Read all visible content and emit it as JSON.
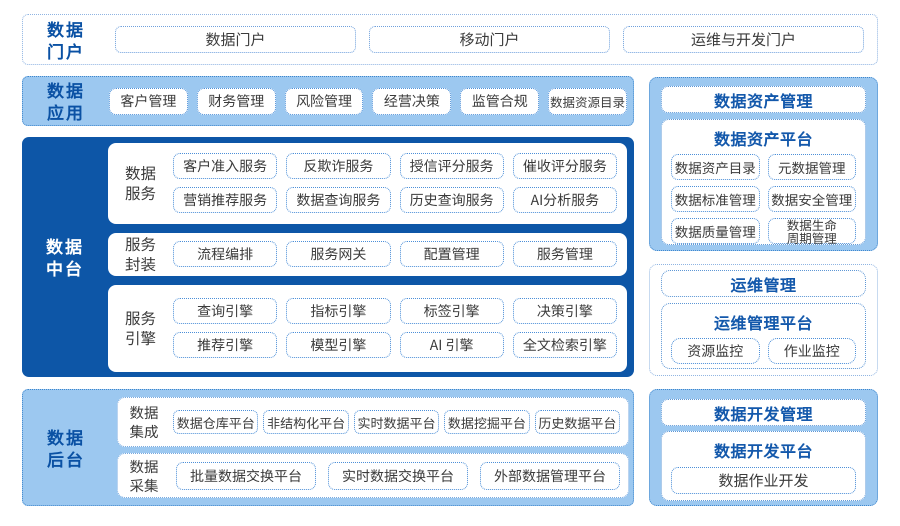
{
  "palette": {
    "deep_blue": "#0D56A7",
    "light_blue": "#9CC8F0",
    "title_blue": "#1358AB",
    "border_blue": "#4C8FD8",
    "text_dark": "#3B3B3B"
  },
  "portal": {
    "label": "数据门户",
    "buttons": [
      "数据门户",
      "移动门户",
      "运维与开发门户"
    ]
  },
  "apps": {
    "label": "数据应用",
    "buttons": [
      "客户管理",
      "财务管理",
      "风险管理",
      "经营决策",
      "监管合规",
      "数据资源目录"
    ]
  },
  "middle": {
    "label": "数据中台",
    "panels": [
      {
        "label": "数据服务",
        "buttons": [
          "客户准入服务",
          "反欺诈服务",
          "授信评分服务",
          "催收评分服务",
          "营销推荐服务",
          "数据查询服务",
          "历史查询服务",
          "AI分析服务"
        ]
      },
      {
        "label": "服务封装",
        "buttons": [
          "流程编排",
          "服务网关",
          "配置管理",
          "服务管理"
        ]
      },
      {
        "label": "服务引擎",
        "buttons": [
          "查询引擎",
          "指标引擎",
          "标签引擎",
          "决策引擎",
          "推荐引擎",
          "模型引擎",
          "AI 引擎",
          "全文检索引擎"
        ]
      }
    ]
  },
  "backend": {
    "label": "数据后台",
    "panels": [
      {
        "label": "数据集成",
        "buttons": [
          "数据仓库平台",
          "非结构化平台",
          "实时数据平台",
          "数据挖掘平台",
          "历史数据平台"
        ]
      },
      {
        "label": "数据采集",
        "buttons": [
          "批量数据交换平台",
          "实时数据交换平台",
          "外部数据管理平台"
        ]
      }
    ]
  },
  "right_column": {
    "asset": {
      "header": "数据资产管理",
      "platform_title": "数据资产平台",
      "buttons": [
        "数据资产目录",
        "元数据管理",
        "数据标准管理",
        "数据安全管理",
        "数据质量管理",
        "数据生命周期管理"
      ]
    },
    "ops": {
      "header": "运维管理",
      "platform_title": "运维管理平台",
      "buttons": [
        "资源监控",
        "作业监控"
      ]
    },
    "dev": {
      "header": "数据开发管理",
      "platform_title": "数据开发平台",
      "buttons": [
        "数据作业开发"
      ]
    }
  }
}
